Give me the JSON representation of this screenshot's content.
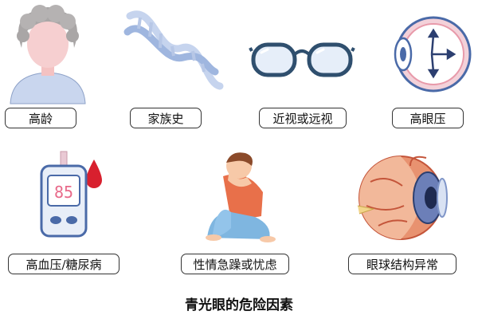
{
  "factors": [
    {
      "label": "高龄",
      "icon": "elderly-woman-icon"
    },
    {
      "label": "家族史",
      "icon": "dna-icon"
    },
    {
      "label": "近视或远视",
      "icon": "eyeglasses-icon"
    },
    {
      "label": "高眼压",
      "icon": "eye-pressure-icon"
    },
    {
      "label": "高血压/糖尿病",
      "icon": "glucose-meter-icon"
    },
    {
      "label": "性情急躁或忧虑",
      "icon": "anxious-person-icon"
    },
    {
      "label": "眼球结构异常",
      "icon": "eyeball-anatomy-icon"
    }
  ],
  "meter_reading": "85",
  "caption": "青光眼的危险因素",
  "colors": {
    "accent_blue": "#4a78b8",
    "pink": "#e86a8a",
    "blood_red": "#d8202e",
    "skin": "#f7c9a8"
  }
}
